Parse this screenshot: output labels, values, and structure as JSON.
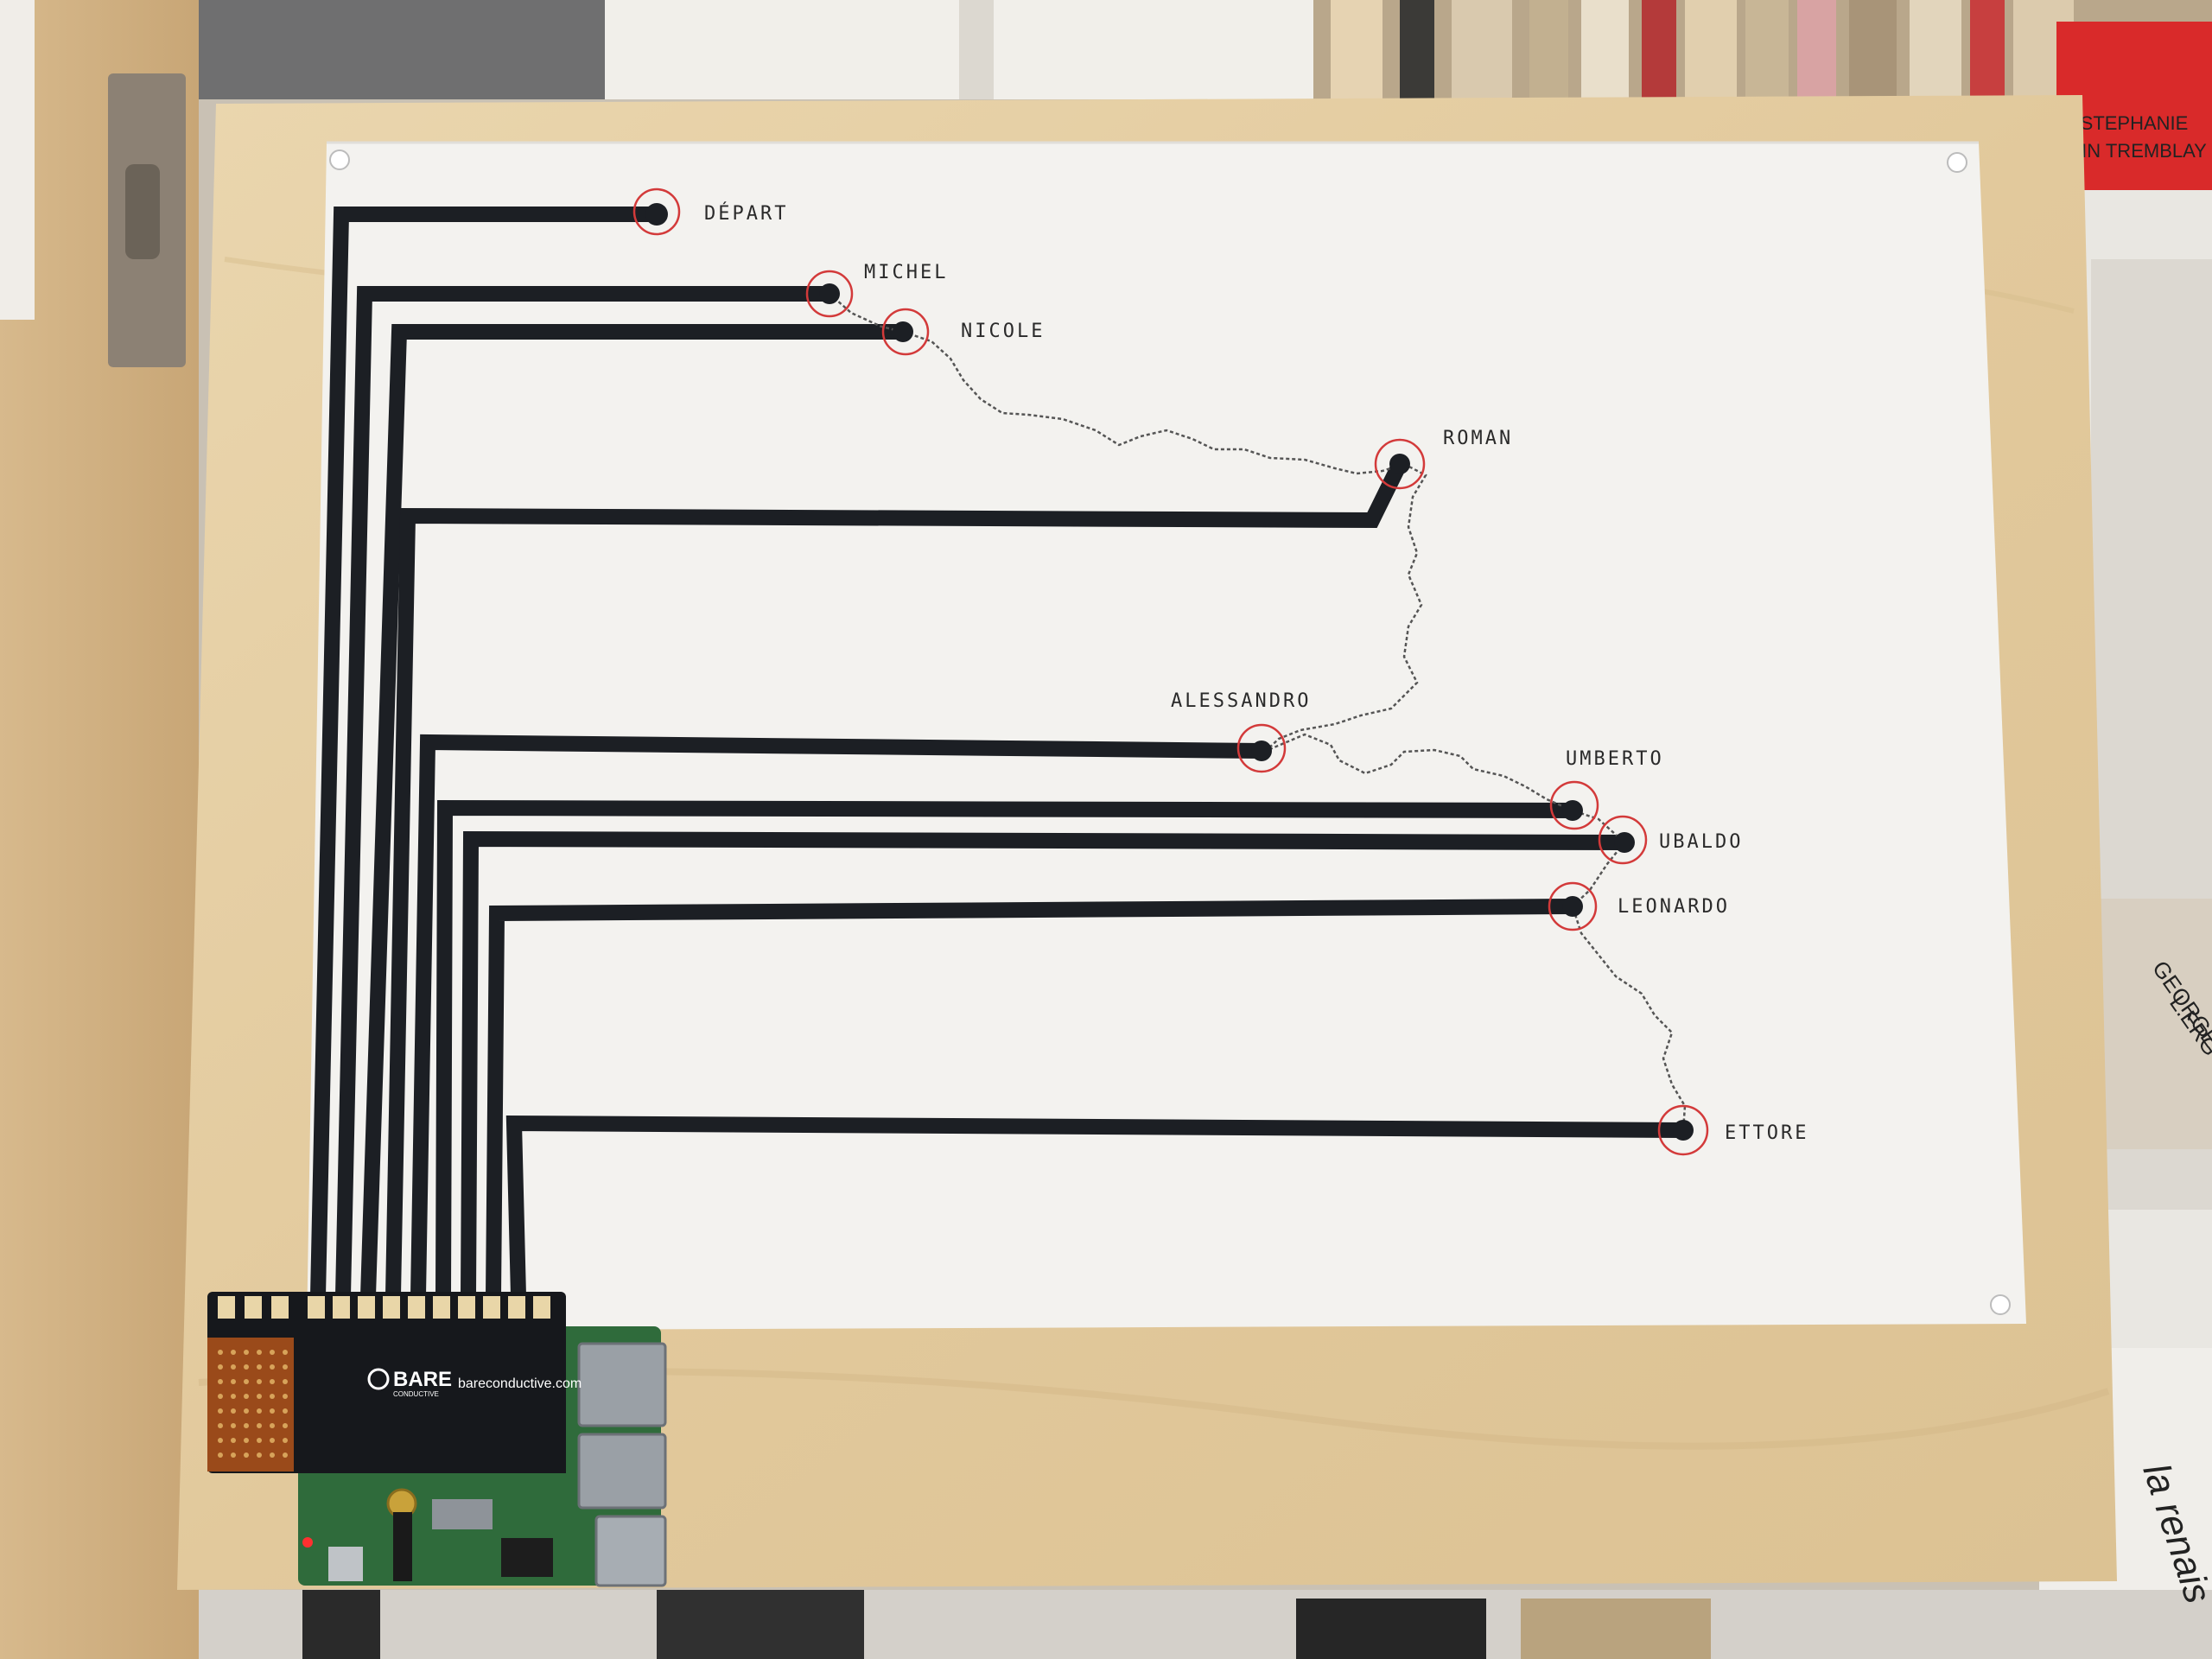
{
  "colors": {
    "wall": "#cfc7bb",
    "wood": "#e5cfa6",
    "paper": "#f3f2ef",
    "ink": "#1c1f24",
    "marker": "#d33a3a",
    "board": "#16181c"
  },
  "labels": [
    {
      "id": "depart",
      "text": "DÉPART"
    },
    {
      "id": "michel",
      "text": "MICHEL"
    },
    {
      "id": "nicole",
      "text": "NICOLE"
    },
    {
      "id": "roman",
      "text": "ROMAN"
    },
    {
      "id": "alessandro",
      "text": "ALESSANDRO"
    },
    {
      "id": "umberto",
      "text": "UMBERTO"
    },
    {
      "id": "ubaldo",
      "text": "UBALDO"
    },
    {
      "id": "leonardo",
      "text": "LEONARDO"
    },
    {
      "id": "ettore",
      "text": "ETTORE"
    }
  ],
  "board": {
    "brand": "BARE",
    "brand_sub": "CONDUCTIVE",
    "url": "bareconductive.com"
  },
  "books": {
    "top_right_line1": "STEPHANIE",
    "top_right_line2": "QUIN TREMBLAY",
    "right_mid_line1": "GEORGE",
    "right_mid_line2": "L.ERG",
    "right_bottom": "la renais"
  },
  "icons": [
    "mounting-pin-icon",
    "electrode-marker-icon",
    "connector-pin-icon"
  ]
}
